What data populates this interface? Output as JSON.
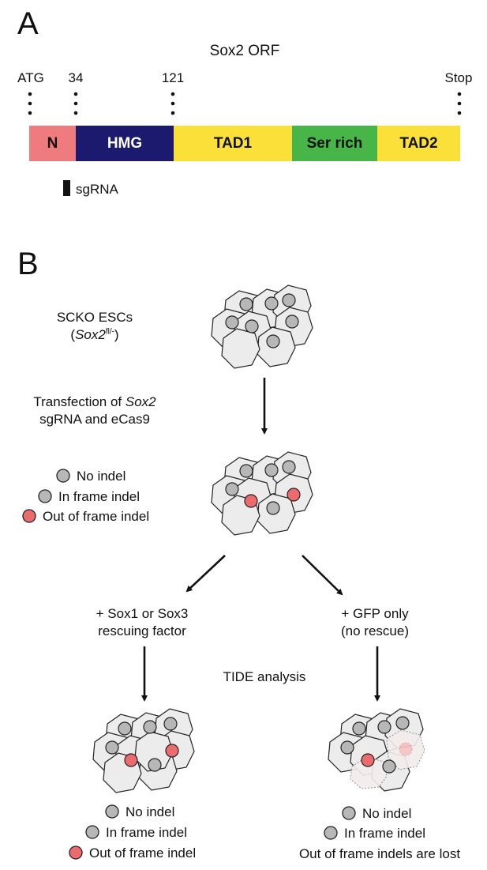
{
  "panel_a": {
    "label": "A",
    "title": "Sox2 ORF",
    "positions": [
      "ATG",
      "34",
      "121",
      "Stop"
    ],
    "domains": [
      {
        "name": "N",
        "color": "#ee7b7d",
        "text_color": "#111111"
      },
      {
        "name": "HMG",
        "color": "#1b1a6e",
        "text_color": "#ffffff"
      },
      {
        "name": "TAD1",
        "color": "#fbe03a",
        "text_color": "#111111"
      },
      {
        "name": "Ser rich",
        "color": "#48b549",
        "text_color": "#111111"
      },
      {
        "name": "TAD2",
        "color": "#fbe03a",
        "text_color": "#111111"
      }
    ],
    "sgrna_label": "sgRNA"
  },
  "panel_b": {
    "label": "B",
    "cells_line1": "SCKO ESCs",
    "cells_line2_prefix": "(",
    "cells_line2_italic": "Sox2",
    "cells_line2_sup": "fl/-",
    "cells_line2_suffix": ")",
    "transfection_prefix": "Transfection of ",
    "transfection_italic": "Sox2",
    "transfection_line2": "sgRNA and eCas9",
    "legend_top": [
      "No indel",
      "In frame indel",
      "Out of frame indel"
    ],
    "left_branch_line1": "+ Sox1 or Sox3",
    "left_branch_line2": "rescuing factor",
    "right_branch_line1": "+ GFP only",
    "right_branch_line2": "(no rescue)",
    "tide": "TIDE analysis",
    "legend_left": [
      "No indel",
      "In frame indel",
      "Out of frame indel"
    ],
    "legend_right": [
      "No indel",
      "In frame indel",
      "Out of frame indels are lost"
    ]
  },
  "colors": {
    "nucleus_gray": "#b7b7b7",
    "nucleus_red": "#ec6b6e",
    "cell_fill": "#ececec",
    "lost_cell_fill": "#f3ecec"
  }
}
